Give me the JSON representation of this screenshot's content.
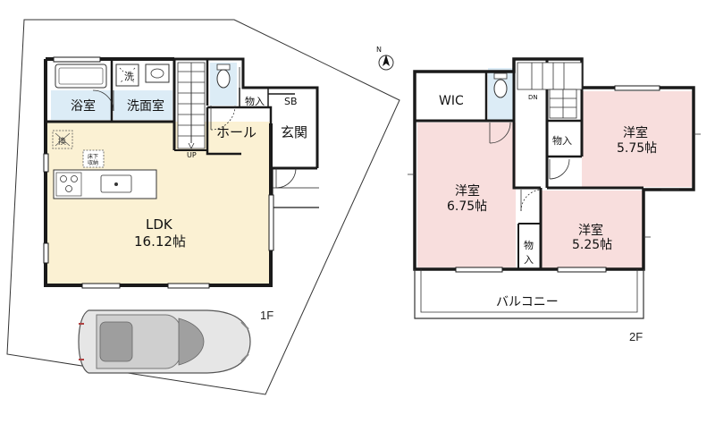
{
  "floor1": {
    "label": "1F",
    "rooms": {
      "bath": "浴室",
      "washroom": "洗面室",
      "hall": "ホール",
      "entrance": "玄関",
      "storage": "物入",
      "shoebox": "SB",
      "ldk_name": "LDK",
      "ldk_size": "16.12帖",
      "underfloor_line1": "床下",
      "underfloor_line2": "収納",
      "wash_mark": "洗",
      "stairs_up": "UP"
    }
  },
  "floor2": {
    "label": "2F",
    "rooms": {
      "wic": "WIC",
      "west_name": "洋室",
      "west_size": "6.75帖",
      "ne_name": "洋室",
      "ne_size": "5.75帖",
      "se_name": "洋室",
      "se_size": "5.25帖",
      "storage_top": "物入",
      "storage_side_1": "物",
      "storage_side_2": "入",
      "balcony": "バルコニー",
      "stairs_down": "DN"
    }
  },
  "compass": {
    "label": "N"
  },
  "colors": {
    "ldk_floor": "#fbf1d3",
    "wet_area": "#dcecf6",
    "bedroom": "#f8dedd",
    "wall": "#1a1a1a",
    "site_line": "#333333"
  }
}
